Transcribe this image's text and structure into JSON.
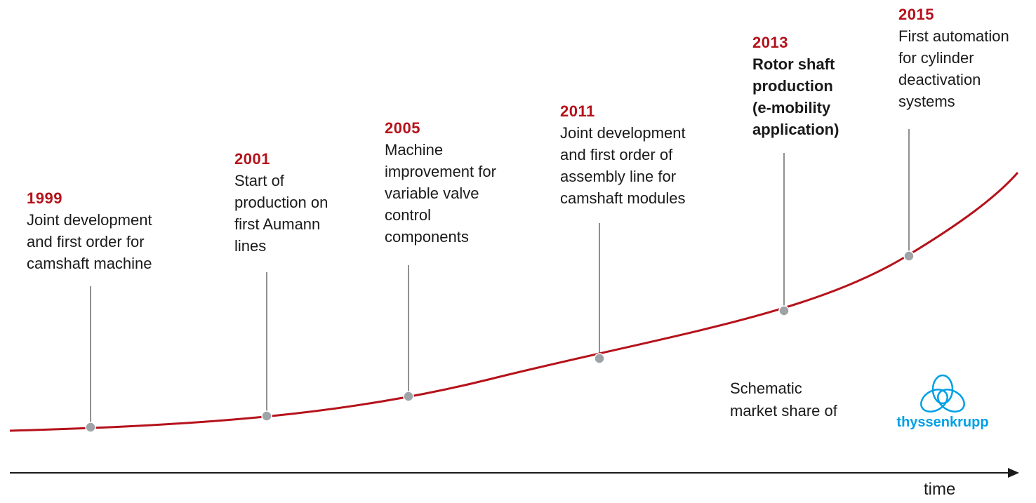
{
  "milestones": [
    {
      "year": "1999",
      "text": "Joint development\nand first order for\ncamshaft machine",
      "bold": false
    },
    {
      "year": "2001",
      "text": "Start of\nproduction on\nfirst Aumann\nlines",
      "bold": false
    },
    {
      "year": "2005",
      "text": "Machine\nimprovement for\nvariable valve\ncontrol\ncomponents",
      "bold": false
    },
    {
      "year": "2011",
      "text": "Joint development\nand first order of\nassembly line for\ncamshaft modules",
      "bold": false
    },
    {
      "year": "2013",
      "text": "Rotor shaft\nproduction\n(e-mobility\napplication)",
      "bold": true
    },
    {
      "year": "2015",
      "text": "First automation\nfor cylinder\ndeactivation\nsystems",
      "bold": false
    }
  ],
  "caption": "Schematic\nmarket share of",
  "logo": {
    "name": "thyssenkrupp-logo-icon",
    "text": "thyssenkrupp",
    "color": "#00a0e6"
  },
  "axis": {
    "label": "time"
  },
  "colors": {
    "curve": "#b5121b",
    "dot": "#9ea3a8",
    "leader": "#555555",
    "year": "#b5121b"
  }
}
